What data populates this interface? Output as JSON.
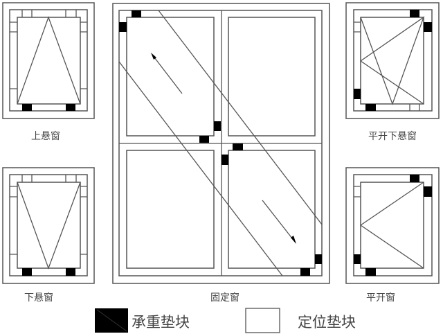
{
  "labels": {
    "top_hung": "上悬窗",
    "bottom_hung": "下悬窗",
    "fixed": "固定窗",
    "tilt_turn": "平开下悬窗",
    "casement": "平开窗"
  },
  "legend": {
    "load_block": "承重垫块",
    "locating_block": "定位垫块"
  },
  "colors": {
    "line": "#555555",
    "block": "#000000"
  }
}
